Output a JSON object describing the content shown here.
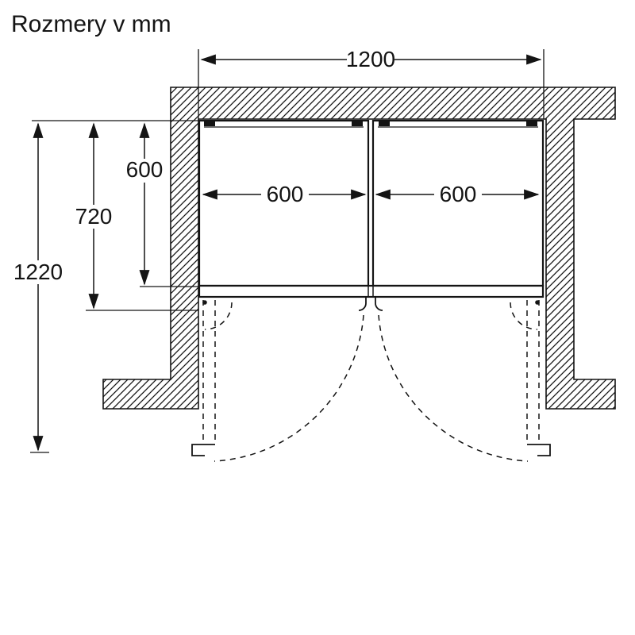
{
  "title": "Rozmery v mm",
  "colors": {
    "ink": "#141414",
    "background": "#ffffff"
  },
  "diagram": {
    "kind": "appliance-installation-top-view",
    "unit": "mm",
    "dims": {
      "niche_width": "1200",
      "left_unit_width": "600",
      "right_unit_width": "600",
      "unit_depth": "600",
      "depth_with_door": "720",
      "depth_door_open": "1220"
    }
  }
}
